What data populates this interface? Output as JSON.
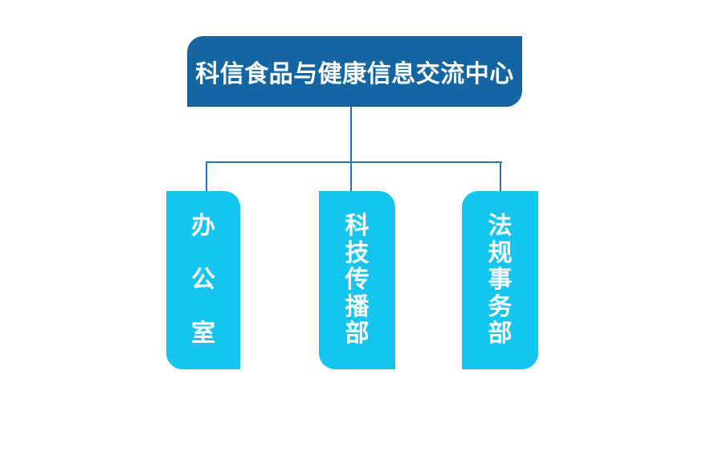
{
  "org_chart": {
    "root": {
      "label": "科信食品与健康信息交流中心"
    },
    "departments": [
      {
        "label": "办公室"
      },
      {
        "label": "科技传播部"
      },
      {
        "label": "法规事务部"
      }
    ],
    "colors": {
      "root_fill": "#1565a3",
      "department_fill": "#15c5f0",
      "connector": "#2e74b5",
      "text": "#ffffff",
      "background": "#ffffff"
    }
  }
}
